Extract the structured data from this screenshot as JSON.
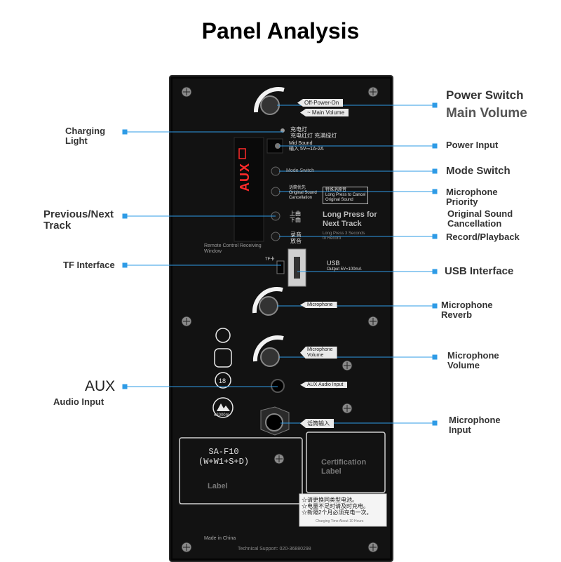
{
  "title": "Panel Analysis",
  "callouts": {
    "power_switch": "Power Switch",
    "main_volume": "Main Volume",
    "charging_light": "Charging\nLight",
    "power_input": "Power Input",
    "mode_switch": "Mode Switch",
    "mic_priority": "Microphone\nPriority",
    "prev_next": "Previous/Next\nTrack",
    "orig_sound": "Original Sound\nCancellation",
    "record_playback": "Record/Playback",
    "tf_interface": "TF Interface",
    "usb_interface": "USB Interface",
    "mic_reverb": "Microphone\nReverb",
    "mic_volume": "Microphone\nVolume",
    "aux": "AUX",
    "audio_input": "Audio Input",
    "mic_input": "Microphone\nInput"
  },
  "panel": {
    "knob1_top": "Off-Power-On",
    "knob1_bottom": "~ Main Volume",
    "charge_cn": "充电灯\n充电红灯 充满绿灯",
    "power_cn": "Mid Sound\n输入  5V⎓1A-2A",
    "mode_label": "Mode Switch",
    "priority_cn": "话筒优先\nOriginal Sound\nCancellation",
    "long_press_cancel": "特殊消原音\nLong Press to Cancel\nOriginal Sound",
    "prevnext_cn": "上曲\n下曲",
    "long_press_next": "Long Press for\nNext Track",
    "record_cn": "录音\n放音",
    "long_press_record": "Long Press 3 Seconds\nto Record",
    "led_display": "AUX",
    "remote_window": "Remote Control Receiving\nWindow",
    "tf_label": "TF卡",
    "usb_label": "USB",
    "usb_output": "Output 5V=100mA",
    "mic_reverb_tag": "Microphone",
    "mic_volume_tag": "Microphone\nVolume",
    "aux_tag": "AUX Audio Input",
    "mic_input_tag": "话筒输入",
    "altitude": "≤2000m",
    "model": "SA-F10\n(W+W1+S+D)",
    "label": "Label",
    "cert_label": "Certification\nLabel",
    "warning": "☆请更换同类型电池。\n☆电量不足时请及时充电。\n☆新隔2个月必须充电一次。",
    "warning_en": "Charging Time About 10 Hours",
    "made_in": "Made in China",
    "support": "Technical Support: 020-36880298"
  },
  "colors": {
    "accent_line": "#2e9be6",
    "panel_bg": "#121212",
    "led_red": "#ff2a2a"
  }
}
